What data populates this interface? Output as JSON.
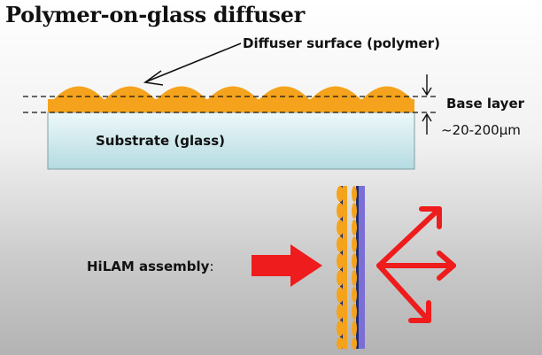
{
  "title": "Polymer-on-glass diffuser",
  "labels": {
    "diffuser_surface": "Diffuser surface (polymer)",
    "base_layer": "Base layer",
    "thickness": "~20-200μm",
    "substrate": "Substrate (glass)",
    "hilam": "HiLAM assembly",
    "hilam_colon": ":"
  },
  "colors": {
    "polymer": "#f5a31c",
    "glass_top": "#e9f6f8",
    "glass_bottom": "#b7dde3",
    "arrow": "#ee1c1c",
    "film": "#7b6fd6"
  }
}
